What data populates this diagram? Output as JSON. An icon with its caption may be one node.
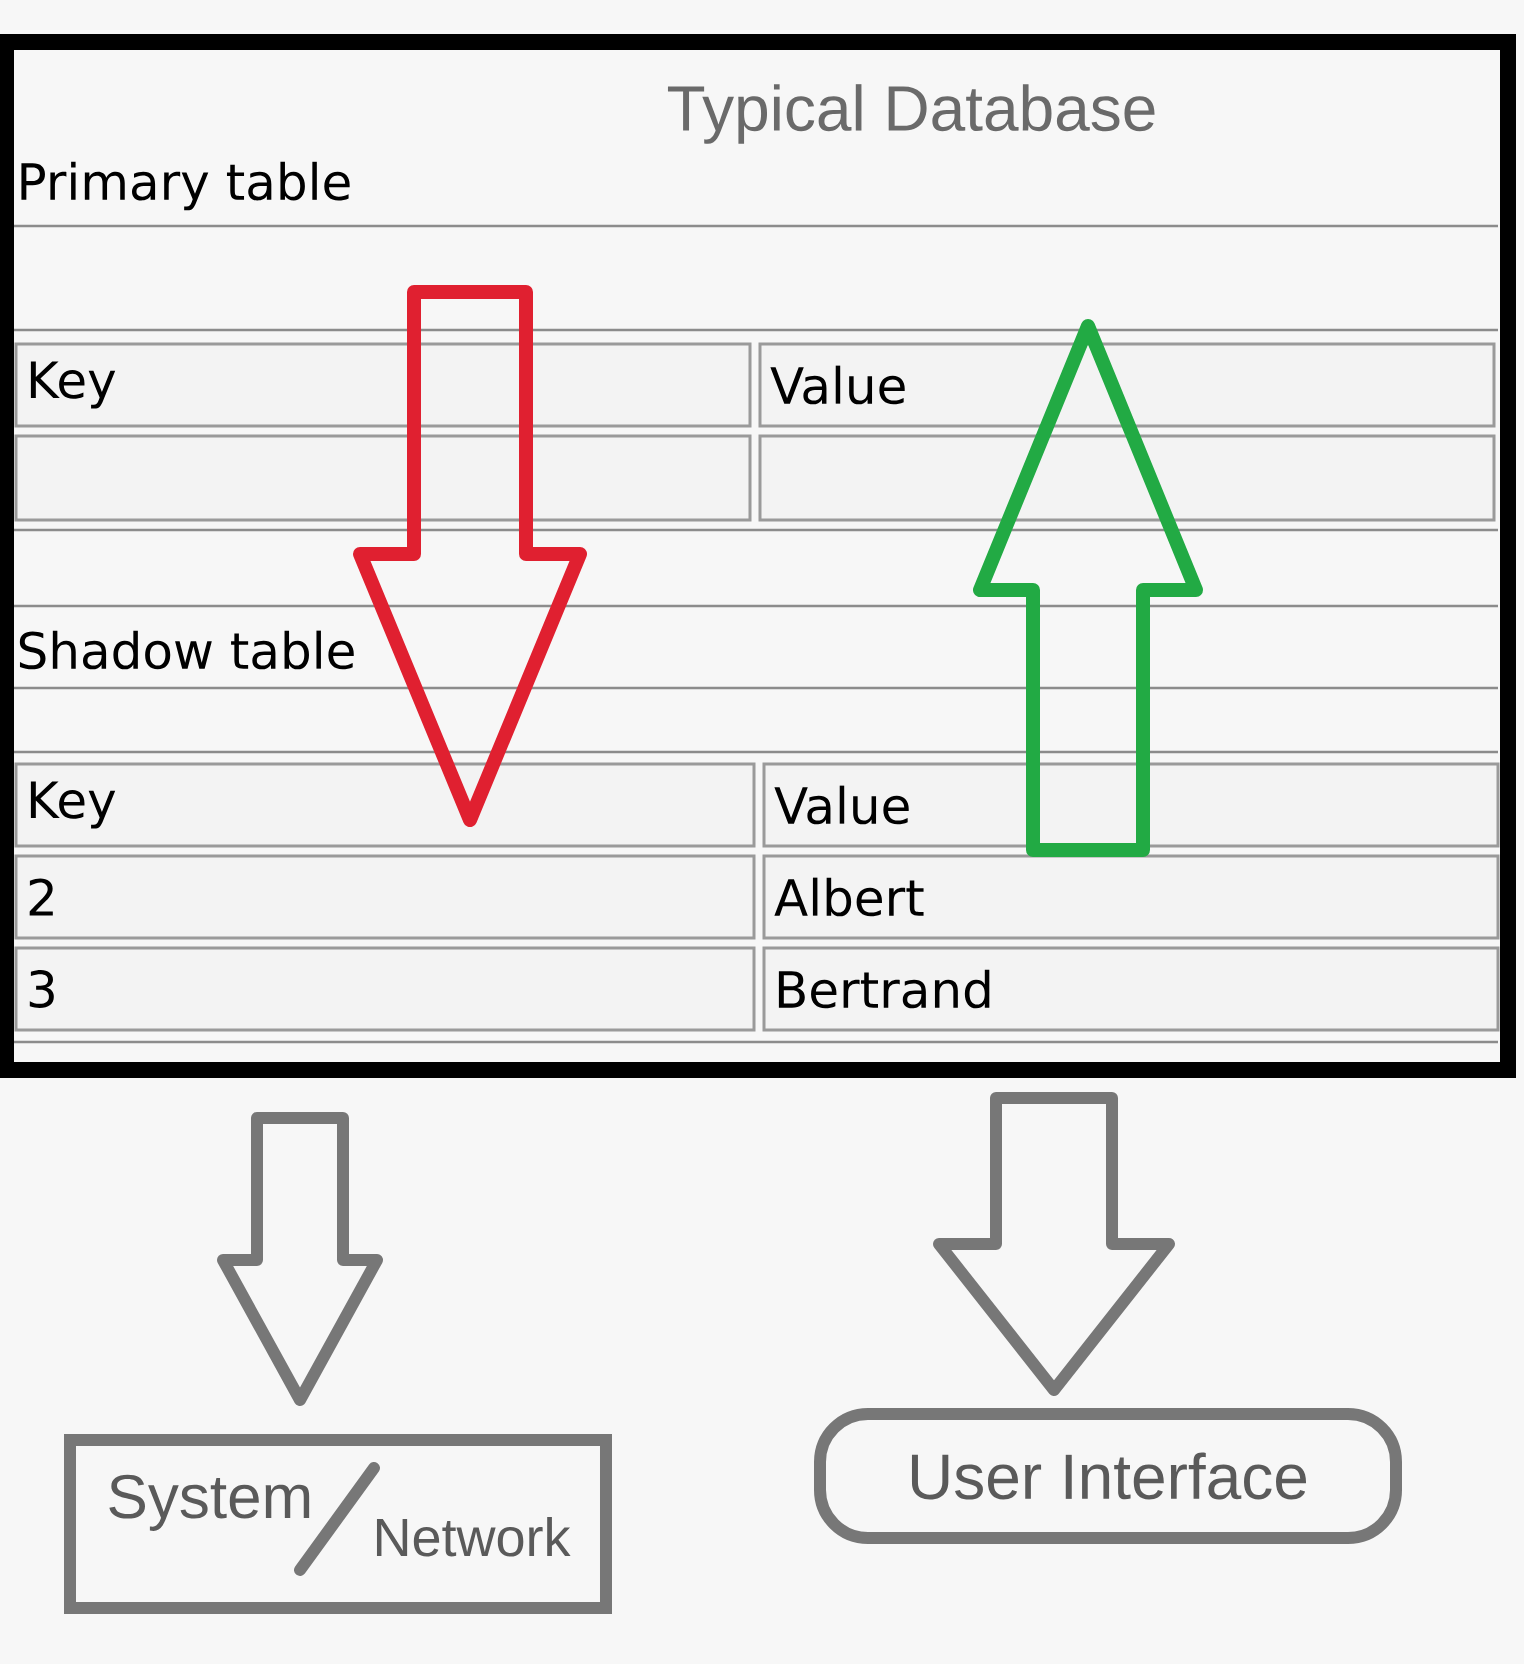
{
  "diagram": {
    "nodes": [
      {
        "text": [
          "Typical Database"
        ]
      },
      {
        "text": [
          "Primary table"
        ],
        "in": 0
      },
      {
        "text": [
          "Key"
        ],
        "in": 1
      },
      {
        "text": [
          "Value"
        ],
        "in": 1
      },
      {
        "text": [],
        "shape": "box",
        "in": 1
      },
      {
        "text": [],
        "shape": "box",
        "in": 1
      },
      {
        "text": [
          "Shadow table"
        ],
        "in": 0
      },
      {
        "text": [
          "Key"
        ],
        "in": 6
      },
      {
        "text": [
          "Value"
        ],
        "in": 6
      },
      {
        "text": [
          "2"
        ],
        "in": 6
      },
      {
        "text": [
          "Albert"
        ],
        "in": 6
      },
      {
        "text": [
          "3"
        ],
        "in": 6
      },
      {
        "text": [
          "Bertrand"
        ],
        "in": 6
      },
      {
        "text": [
          "System",
          "Network"
        ]
      },
      {
        "text": [
          "User Interface"
        ]
      }
    ],
    "edges": [
      {
        "from": 1,
        "to": 6,
        "arrow": "to",
        "color": "#e02030"
      },
      {
        "from": 6,
        "to": 1,
        "arrow": "to",
        "color": "#22aa44"
      },
      {
        "from": 0,
        "to": 13,
        "arrow": "to"
      },
      {
        "from": 0,
        "to": 14,
        "arrow": "to"
      }
    ]
  }
}
